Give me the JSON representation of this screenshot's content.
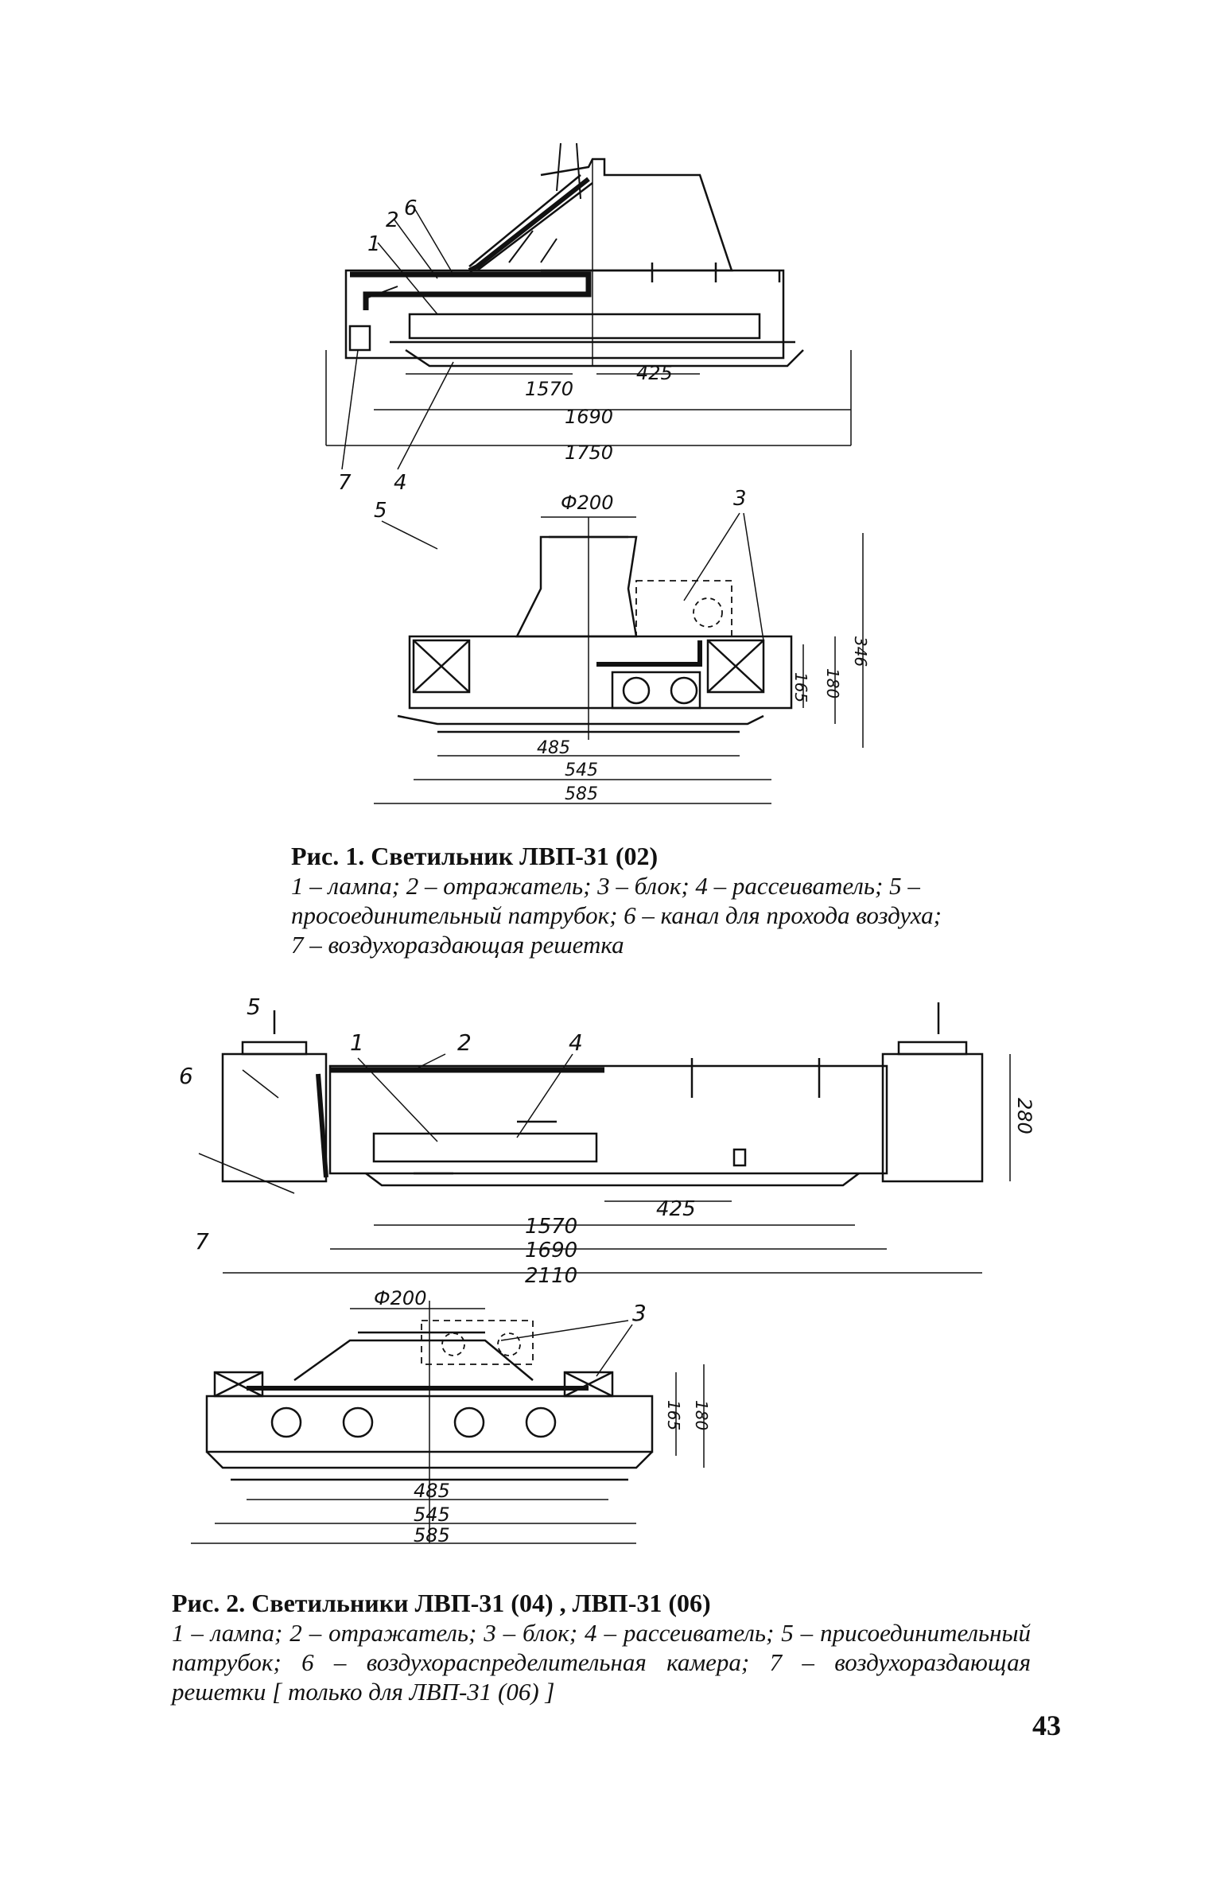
{
  "figure1": {
    "top_view": {
      "callouts": [
        "2",
        "6",
        "1",
        "7",
        "4"
      ],
      "dimensions": [
        "1570",
        "425",
        "1690",
        "1750"
      ]
    },
    "side_view": {
      "callouts": [
        "5",
        "3"
      ],
      "dimensions": [
        "Ф200",
        "485",
        "545",
        "585",
        "165",
        "180",
        "346"
      ]
    },
    "caption": {
      "title": "Рис. 1. Светильник ЛВП-31 (02)",
      "legend": "1 – лампа; 2 – отражатель; 3 – блок; 4 – рассеиватель; 5 – просоединительный патрубок; 6 – канал для прохода воздуха; 7 – воздухораздающая решетка"
    }
  },
  "figure2": {
    "top_view": {
      "callouts": [
        "5",
        "1",
        "2",
        "4",
        "6",
        "7"
      ],
      "dimensions": [
        "280",
        "1570",
        "425",
        "1690",
        "2110"
      ]
    },
    "side_view": {
      "callouts": [
        "3"
      ],
      "dimensions": [
        "Ф200",
        "165",
        "180",
        "485",
        "545",
        "585"
      ]
    },
    "caption": {
      "title": "Рис. 2. Светильники ЛВП-31 (04) , ЛВП-31 (06)",
      "legend": "1 – лампа; 2 – отражатель; 3 – блок; 4 – рассеиватель; 5 – присоединительный патрубок; 6 – воздухораспределительная камера; 7 – воздухораздающая решетки [ только для ЛВП-31 (06) ]"
    }
  },
  "page_number": "43"
}
